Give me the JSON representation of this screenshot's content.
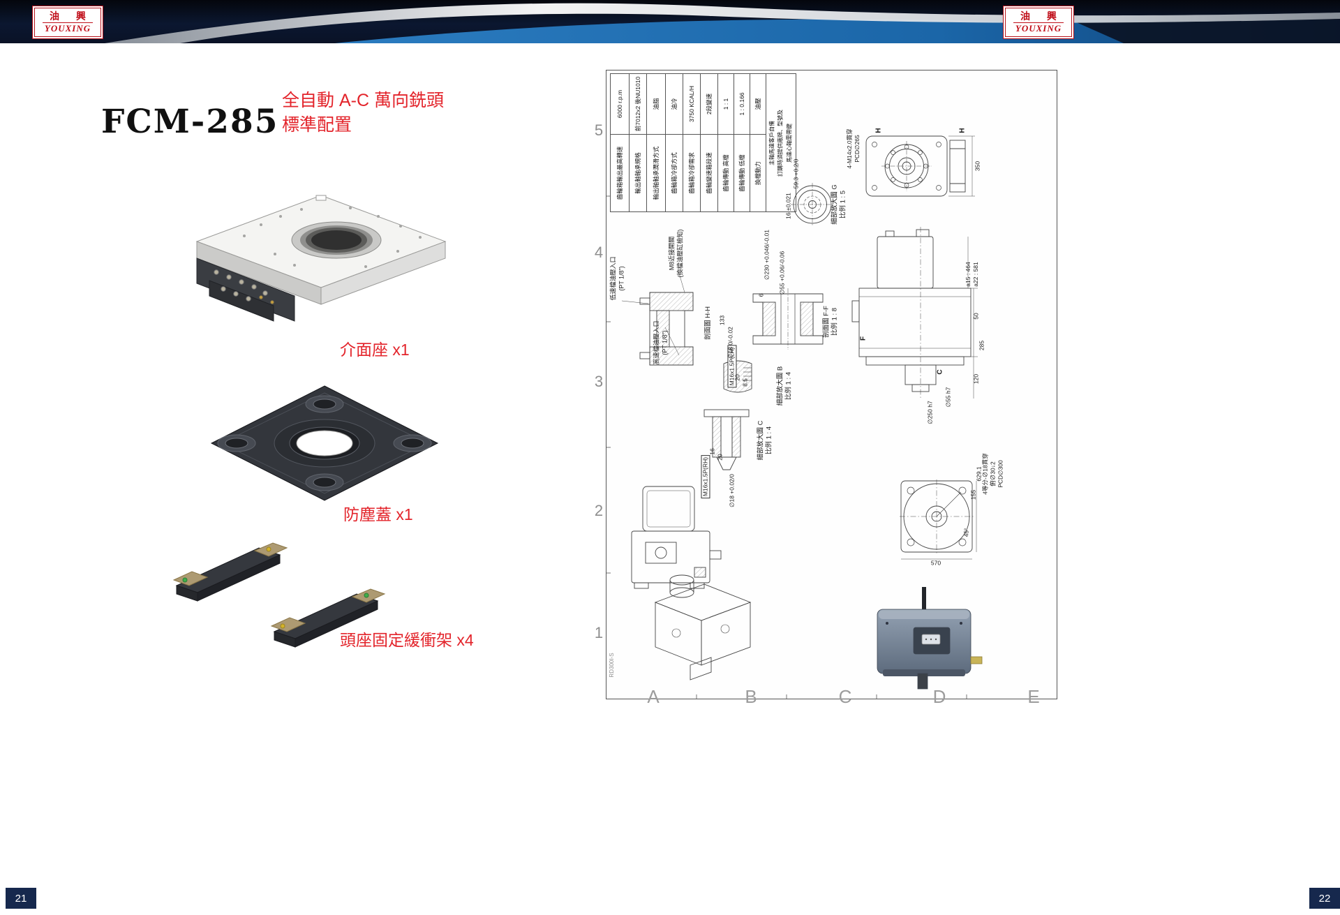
{
  "colors": {
    "brand_red": "#c00f1a",
    "accent_text_red": "#e3242b",
    "navy": "#0d1b33",
    "swoosh_blue": "#1b66a8"
  },
  "header": {
    "logo_cn": "油 興",
    "logo_en": "YOUXING"
  },
  "left_page": {
    "page_number": "21",
    "model": "FCM-285",
    "subtitle_line1": "全自動 A-C 萬向銑頭",
    "subtitle_line2": "標準配置",
    "parts": [
      {
        "label": "介面座 x1"
      },
      {
        "label": "防塵蓋 x1"
      },
      {
        "label": "頭座固定緩衝架 x4"
      }
    ]
  },
  "right_page": {
    "page_number": "22",
    "drawing": {
      "doc_number": "RD300I-S",
      "zone_rows": [
        "5",
        "4",
        "3",
        "2",
        "1"
      ],
      "zone_cols": [
        "A",
        "B",
        "C",
        "D",
        "E"
      ],
      "specs": [
        {
          "name": "齒輪箱輸出最高轉速",
          "value": "6000 r.p.m"
        },
        {
          "name": "輸出軸軸承規格",
          "value": "前7012x2 後NU1010"
        },
        {
          "name": "輸出軸軸承潤滑方式",
          "value": "油脂"
        },
        {
          "name": "齒輪箱冷卻方式",
          "value": "油冷"
        },
        {
          "name": "齒輪箱冷卻需求",
          "value": "3750 KCAL/H"
        },
        {
          "name": "齒輪變速箱段速",
          "value": "2段變速"
        },
        {
          "name": "齒輪傳動 高檔",
          "value": "1 : 1"
        },
        {
          "name": "齒輪傳動 低檔",
          "value": "1 : 0.166"
        },
        {
          "name": "換檔動力",
          "value": "油壓"
        }
      ],
      "spec_note": [
        "主軸馬達客戶自備",
        "訂購時須提供廠牌、型號及",
        "馬達心軸需帶鍵"
      ],
      "ann": {
        "flange_bolt": "4-M14x2.0貫穿",
        "flange_pcd": "PCD∅265",
        "d350": "350",
        "g_caption": "細部放大圖 G",
        "g_scale": "比例 1 : 5",
        "d593": "59.3 +0.2/0",
        "d16t": "16 ±0.021",
        "low_oil1": "低速檔油壓入口",
        "low_oil2": "(PT 1/8\")",
        "high_oil1": "高速檔油壓入口",
        "high_oil2": "(PT 1/8\")",
        "m8a": "M8近接開關",
        "m8b": "(換檔油壓缸檢知)",
        "sec_hh": "剖面圖 H-H",
        "d133": "133",
        "d230": "∅230 +0.046/-0.01",
        "d55t": "∅55 +0.06/-0.06",
        "d6": "6",
        "sec_ff": "剖面圖 F-F",
        "ff_scale": "比例 1 : 8",
        "m16lh": "M16x1.5P(LH)",
        "d18a": "∅18 0/-0.02",
        "b_caption": "細部放大圖 B",
        "b_scale": "比例 1 : 4",
        "d20a": "20",
        "d85": "8.5",
        "c_caption": "細部放大圖 C",
        "c_scale": "比例 1 : 4",
        "d16b": "16",
        "d20b": "20",
        "m16rh": "M16x1.5P(RH)",
        "d18b": "∅18 +0.02/0",
        "a15": "a15 : 464",
        "a22": "a22 : 581",
        "d50": "50",
        "d285": "285",
        "d120": "120",
        "d55h7": "∅55 h7",
        "d250h7": "∅250 h7",
        "quad1": "4等分-∅18貫穿",
        "quad2": "俯∅30↓2",
        "pcd300": "PCD∅300",
        "d6291": "629.1",
        "d155": "155",
        "d570": "570",
        "d45": "45°",
        "mark_f": "F",
        "mark_c": "C",
        "mark_h": "H"
      }
    }
  }
}
